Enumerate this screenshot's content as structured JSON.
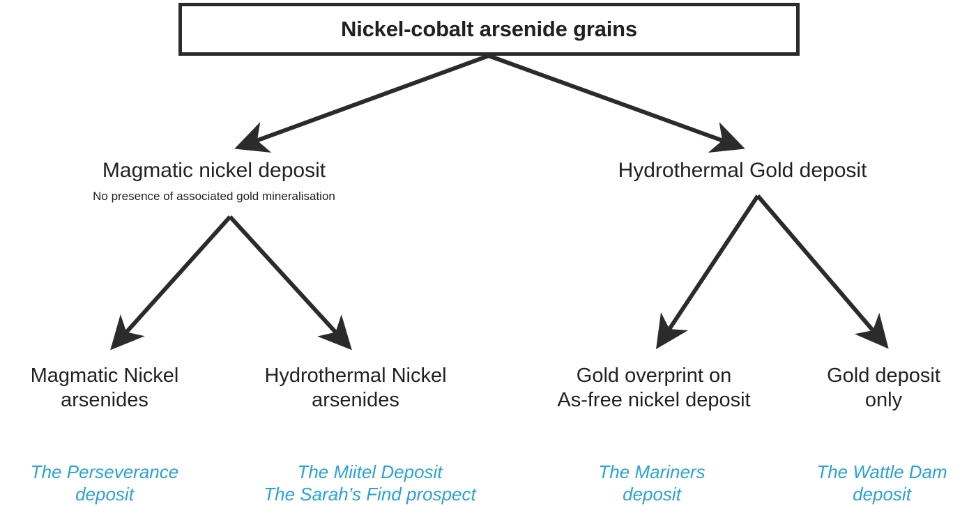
{
  "diagram": {
    "title": "Nickel-cobalt arsenide grains",
    "root": {
      "label": "Nickel-cobalt arsenide grains"
    },
    "level2": [
      {
        "label": "Magmatic nickel deposit",
        "sublabel": "No presence of associated gold mineralisation"
      },
      {
        "label": "Hydrothermal Gold deposit",
        "sublabel": ""
      }
    ],
    "level3": [
      {
        "line1": "Magmatic Nickel",
        "line2": "arsenides"
      },
      {
        "line1": "Hydrothermal Nickel",
        "line2": "arsenides"
      },
      {
        "line1": "Gold overprint on",
        "line2": "As-free nickel deposit"
      },
      {
        "line1": "Gold deposit",
        "line2": "only"
      }
    ],
    "examples": [
      {
        "line1": "The Perseverance",
        "line2": "deposit",
        "line3": ""
      },
      {
        "line1": "The Miitel Deposit",
        "line2": "The Sarah’s Find prospect",
        "line3": ""
      },
      {
        "line1": "The Mariners",
        "line2": "deposit",
        "line3": ""
      },
      {
        "line1": "The Wattle Dam",
        "line2": "deposit",
        "line3": ""
      }
    ],
    "colors": {
      "stroke": "#2b2b2b",
      "text": "#231f20",
      "accent_blue": "#29a3d5",
      "background": "#ffffff"
    }
  }
}
